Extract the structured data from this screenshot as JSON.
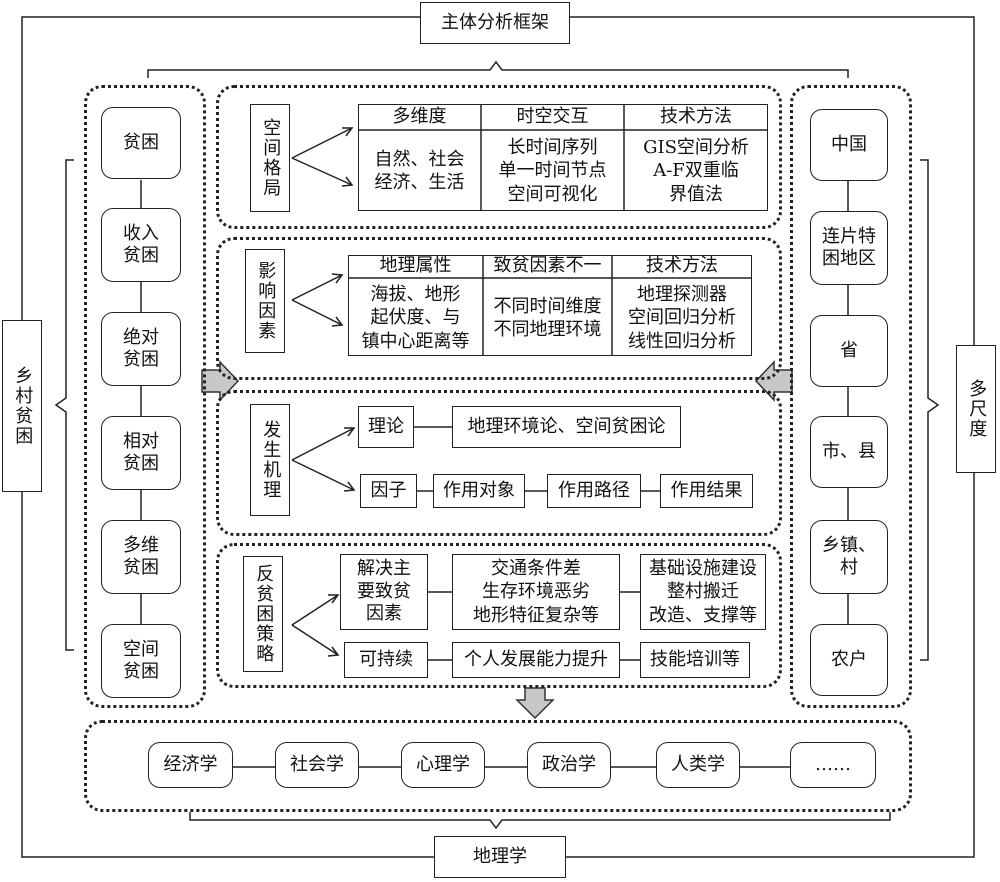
{
  "frame": {
    "top_label": "主体分析框架",
    "bottom_label": "地理学"
  },
  "left_side": {
    "label": "乡村贫困"
  },
  "right_side": {
    "label": "多尺度"
  },
  "poverty_types": [
    "贫困",
    "收入贫困",
    "绝对贫困",
    "相对贫困",
    "多维贫困",
    "空间贫困"
  ],
  "scales": [
    "中国",
    "连片特困地区",
    "省",
    "市、县",
    "乡镇、村",
    "农户"
  ],
  "spatial_pattern": {
    "title": "空间格局",
    "headers": [
      "多维度",
      "时空交互",
      "技术方法"
    ],
    "cells": [
      [
        "自然、社会",
        "经济、生活"
      ],
      [
        "长时间序列",
        "单一时间节点",
        "空间可视化"
      ],
      [
        "GIS空间分析",
        "A-F双重临",
        "界值法"
      ]
    ]
  },
  "influence": {
    "title": "影响因素",
    "headers": [
      "地理属性",
      "致贫因素不一",
      "技术方法"
    ],
    "cells": [
      [
        "海拔、地形",
        "起伏度、与",
        "镇中心距离等"
      ],
      [
        "不同时间维度",
        "不同地理环境"
      ],
      [
        "地理探测器",
        "空间回归分析",
        "线性回归分析"
      ]
    ]
  },
  "mechanism": {
    "title": "发生机理",
    "theory": "理论",
    "theory_content": "地理环境论、空间贫困论",
    "factor": "因子",
    "chain": [
      "作用对象",
      "作用路径",
      "作用结果"
    ]
  },
  "strategy": {
    "title": "反贫困策略",
    "main": "解决主要致贫因素",
    "causes": [
      "交通条件差",
      "生存环境恶劣",
      "地形特征复杂等"
    ],
    "measures": [
      "基础设施建设",
      "整村搬迁",
      "改造、支撑等"
    ],
    "sustain": "可持续",
    "ability": "个人发展能力提升",
    "training": "技能培训等"
  },
  "disciplines": [
    "经济学",
    "社会学",
    "心理学",
    "政治学",
    "人类学",
    "……"
  ]
}
